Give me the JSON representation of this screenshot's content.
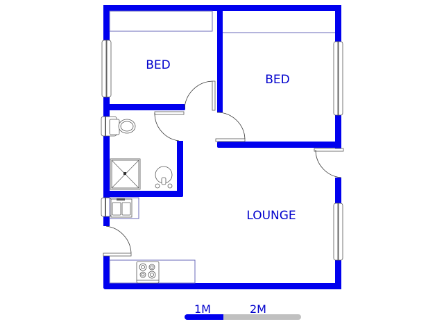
{
  "floorplan": {
    "rooms": [
      {
        "id": "bed1",
        "label": "BED"
      },
      {
        "id": "bed2",
        "label": "BED"
      },
      {
        "id": "lounge",
        "label": "LOUNGE"
      }
    ],
    "scale_bar": {
      "labels": [
        "1M",
        "2M"
      ],
      "filled_color": "#0000ee",
      "empty_color": "#c0c0c0"
    },
    "colors": {
      "wall": "#0000ee",
      "label": "#0000cc"
    }
  }
}
